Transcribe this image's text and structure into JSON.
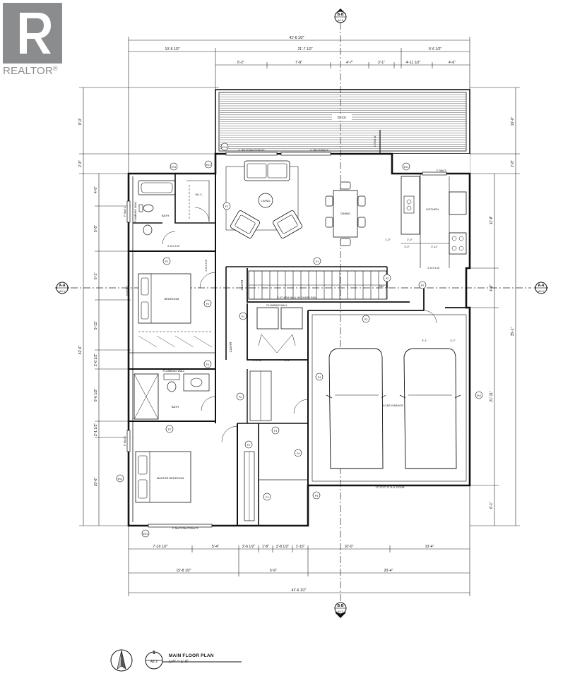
{
  "logo": {
    "brand": "REALTOR",
    "reg": "®",
    "mark": "R"
  },
  "title_block": {
    "number": "1",
    "sheet": "A2.2",
    "title": "MAIN FLOOR PLAN",
    "scale": "1/4\" = 1'-0\""
  },
  "sections": {
    "top": {
      "id": "B-B",
      "sheet": "A4.2"
    },
    "bottom": {
      "id": "B-B",
      "sheet": "A4.2"
    },
    "left": {
      "id": "A-A",
      "sheet": "A4.1"
    },
    "right": {
      "id": "A-A",
      "sheet": "A4.1"
    }
  },
  "dims": {
    "top_overall": "41'-6 1/2\"",
    "top_left": "10'-6 1/2\"",
    "top_mid": "21'-7 1/2\"",
    "top_right": "9'-6 1/2\"",
    "top_seg": [
      "6'-2\"",
      "7'-8\"",
      "4'-7\"",
      "3'-1\"",
      "4'-11 1/2\"",
      "4'-6\""
    ],
    "left_outer": [
      "8'-0\"",
      "2'-8\"",
      "42'-6\""
    ],
    "left_inner": [
      "4'-0\"",
      "5'-8\"",
      "6'-1\"",
      "5'-11\"",
      "2'-6 1/2\"",
      "6'-6 1/2\"",
      "2'-1 1/2\"",
      "10'-6\""
    ],
    "right_outer": [
      "10'-0\"",
      "2'-8\"",
      "35'-1\""
    ],
    "right_inner": [
      "11'-8\"",
      "4'-8\"",
      "21'-11\"",
      "6'-1\""
    ],
    "bottom_seg": [
      "7'-10 1/2\"",
      "5'-4\"",
      "2'-6 1/2\"",
      "1'-8\"",
      "2'-8 1/2\"",
      "1'-10\"",
      "10'-0\"",
      "10'-4\""
    ],
    "bottom_mid": [
      "15'-8 1/2\"",
      "5'-6\"",
      "20'-4\""
    ],
    "bottom_overall": "41'-6 1/2\"",
    "kitchen": [
      "1'-0\"",
      "2'-0\"",
      "3'-0\"",
      "3'-11\""
    ],
    "misc": [
      "2'-4 1/2\"",
      "4'-8\"",
      "3'-1\"",
      "3'-2\"",
      "2'-8 X 6'-8\"",
      "2'-8 X 6'-8\"",
      "2'-6\"X6'-8\""
    ]
  },
  "rooms": {
    "deck": "DECK",
    "living": "LIVING",
    "dining": "DINING",
    "kitchen": "KITCHEN",
    "wic": "W.I.C.",
    "bath_upper": "BATH",
    "bedroom": "BEDROOM",
    "bath_lower": "BATH",
    "master": "MASTER BEDROOM",
    "garage": "3 CAR GARAGE",
    "plumbing_wall_1": "PLUMBING WALL",
    "plumbing_wall_2": "PLUMBING WALL",
    "half_wall": "3'-0\" HIGH WALL W/ GUARD RAIL",
    "dn": "DN",
    "closet_left": "CLOSET",
    "garage_door": "17'-0\"X7'-0\" O.H. DOOR",
    "clear_1": "CLEAR",
    "clear_2": "CLEAR"
  },
  "windows": {
    "deck_1": "C 36x72/36x72/36x72",
    "deck_2": "C 36x72/36x72",
    "kitchen": "F 36x72",
    "bottom": "C 36x72/36x72/36x72",
    "side_1": "F 36x72",
    "side_2": "F 36x72"
  },
  "tags": [
    "EV1",
    "EV1",
    "EV1",
    "EV1",
    "EV1",
    "EV1",
    "EV1",
    "F1",
    "F2",
    "F2",
    "F2",
    "F2",
    "F2",
    "F2",
    "F3",
    "F4",
    "F4",
    "F4",
    "F4",
    "P1",
    "P2",
    "P2",
    "P3",
    "P4"
  ]
}
